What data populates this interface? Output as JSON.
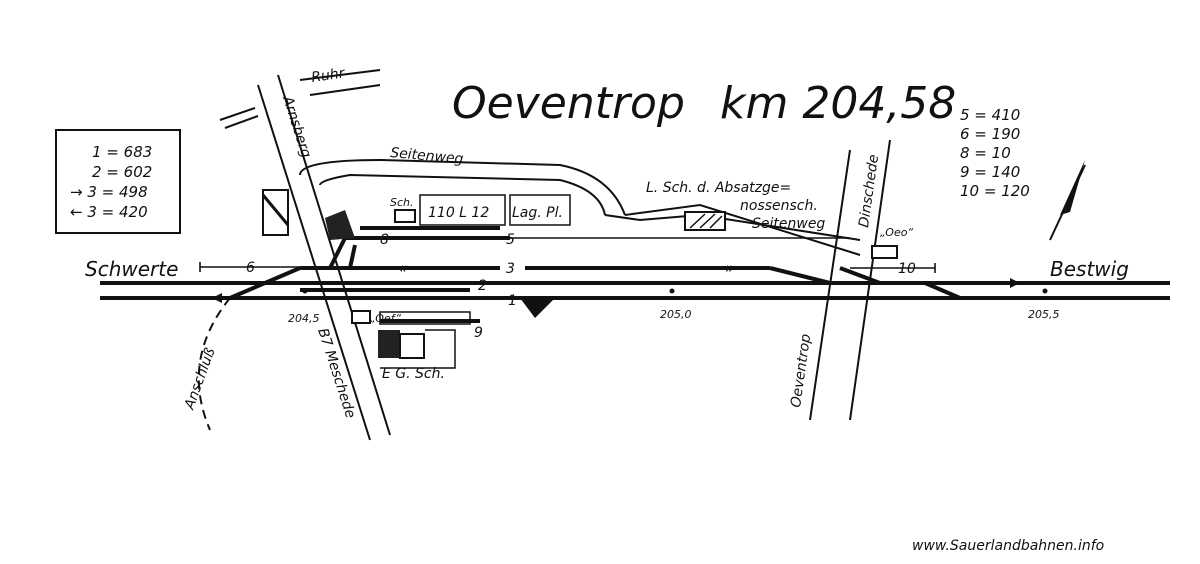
{
  "title": "Oeventrop",
  "km_label": "km 204,58",
  "legend_left": {
    "rows": [
      "1 = 683",
      "2 = 602",
      "→ 3 = 498",
      "← 3 = 420"
    ]
  },
  "legend_right": {
    "rows": [
      "5 = 410",
      "6 = 190",
      "8 = 10",
      "9 = 140",
      "10 = 120"
    ]
  },
  "places": {
    "west": "Schwerte",
    "east": "Bestwig",
    "ruhr": "Ruhr",
    "arnsberg": "Arnsberg",
    "meschede_b7": "B7  Meschede",
    "oeventrop_road": "Oeventrop",
    "dinschede": "Dinschede",
    "seitenweg_top": "Seitenweg",
    "seitenweg_right": "Seitenweg",
    "anschluss": "Anschluß"
  },
  "buildings": {
    "sch": "Sch.",
    "lagerhaus": "110 L 12",
    "lagpl": "Lag. Pl.",
    "absatz_1": "L. Sch. d. Absatzge=",
    "absatz_2": "nossensch.",
    "oeo": "„Oeo“",
    "oef": "„Oef“",
    "egsch": "E G. Sch."
  },
  "tracks": {
    "t1": "1",
    "t2": "2",
    "t3": "3",
    "t5": "5",
    "t6": "6",
    "t8": "8",
    "t9": "9",
    "t10": "10"
  },
  "km_marks": {
    "k2045": "204,5",
    "k2050": "205,0",
    "k2055": "205,5"
  },
  "watermark": "www.Sauerlandbahnen.info"
}
